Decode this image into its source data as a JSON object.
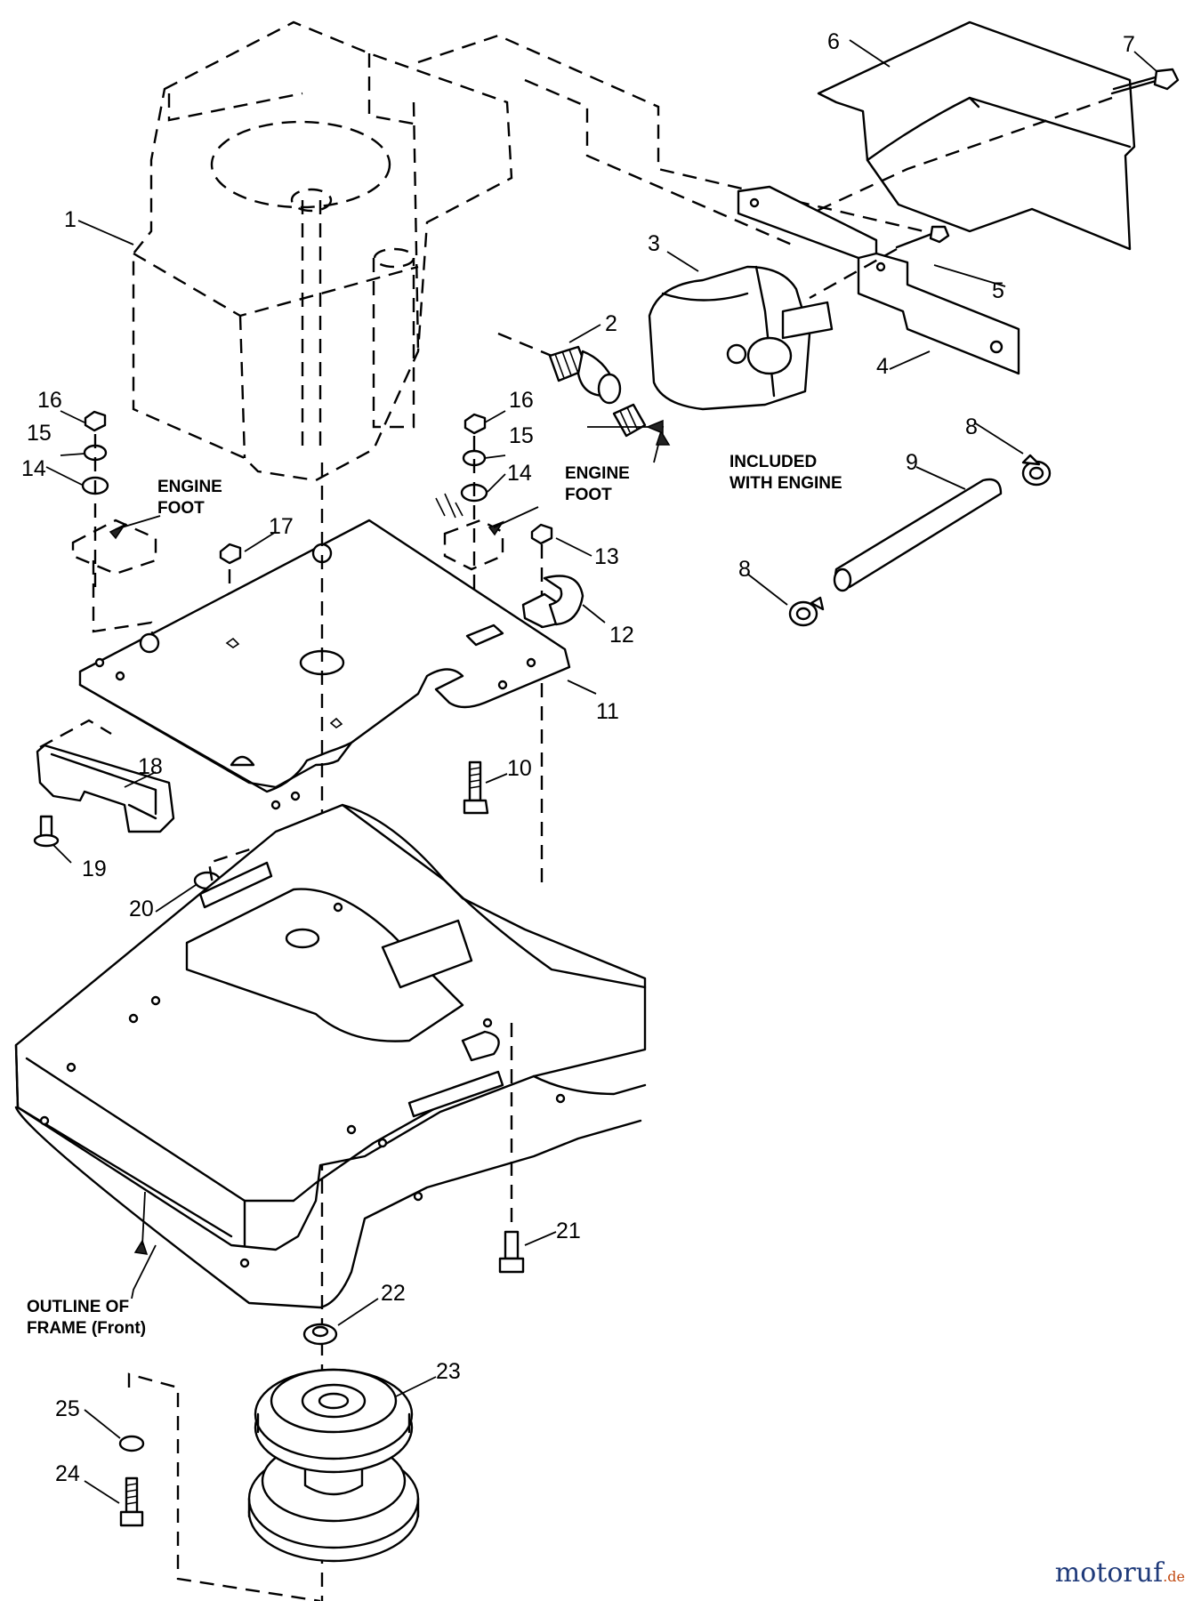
{
  "watermark": {
    "main": "motoruf",
    "tld": ".de"
  },
  "notes": {
    "engine_foot_left_1": "ENGINE",
    "engine_foot_left_2": "FOOT",
    "engine_foot_right_1": "ENGINE",
    "engine_foot_right_2": "FOOT",
    "included_1": "INCLUDED",
    "included_2": "WITH ENGINE",
    "outline_1": "OUTLINE OF",
    "outline_2": "FRAME (Front)"
  },
  "callouts": {
    "c1": "1",
    "c2": "2",
    "c3": "3",
    "c4": "4",
    "c5": "5",
    "c6": "6",
    "c7": "7",
    "c8a": "8",
    "c8b": "8",
    "c9": "9",
    "c10": "10",
    "c11": "11",
    "c12": "12",
    "c13": "13",
    "c14a": "14",
    "c14b": "14",
    "c15a": "15",
    "c15b": "15",
    "c16a": "16",
    "c16b": "16",
    "c17": "17",
    "c18": "18",
    "c19": "19",
    "c20": "20",
    "c21": "21",
    "c22": "22",
    "c23": "23",
    "c24": "24",
    "c25": "25"
  }
}
